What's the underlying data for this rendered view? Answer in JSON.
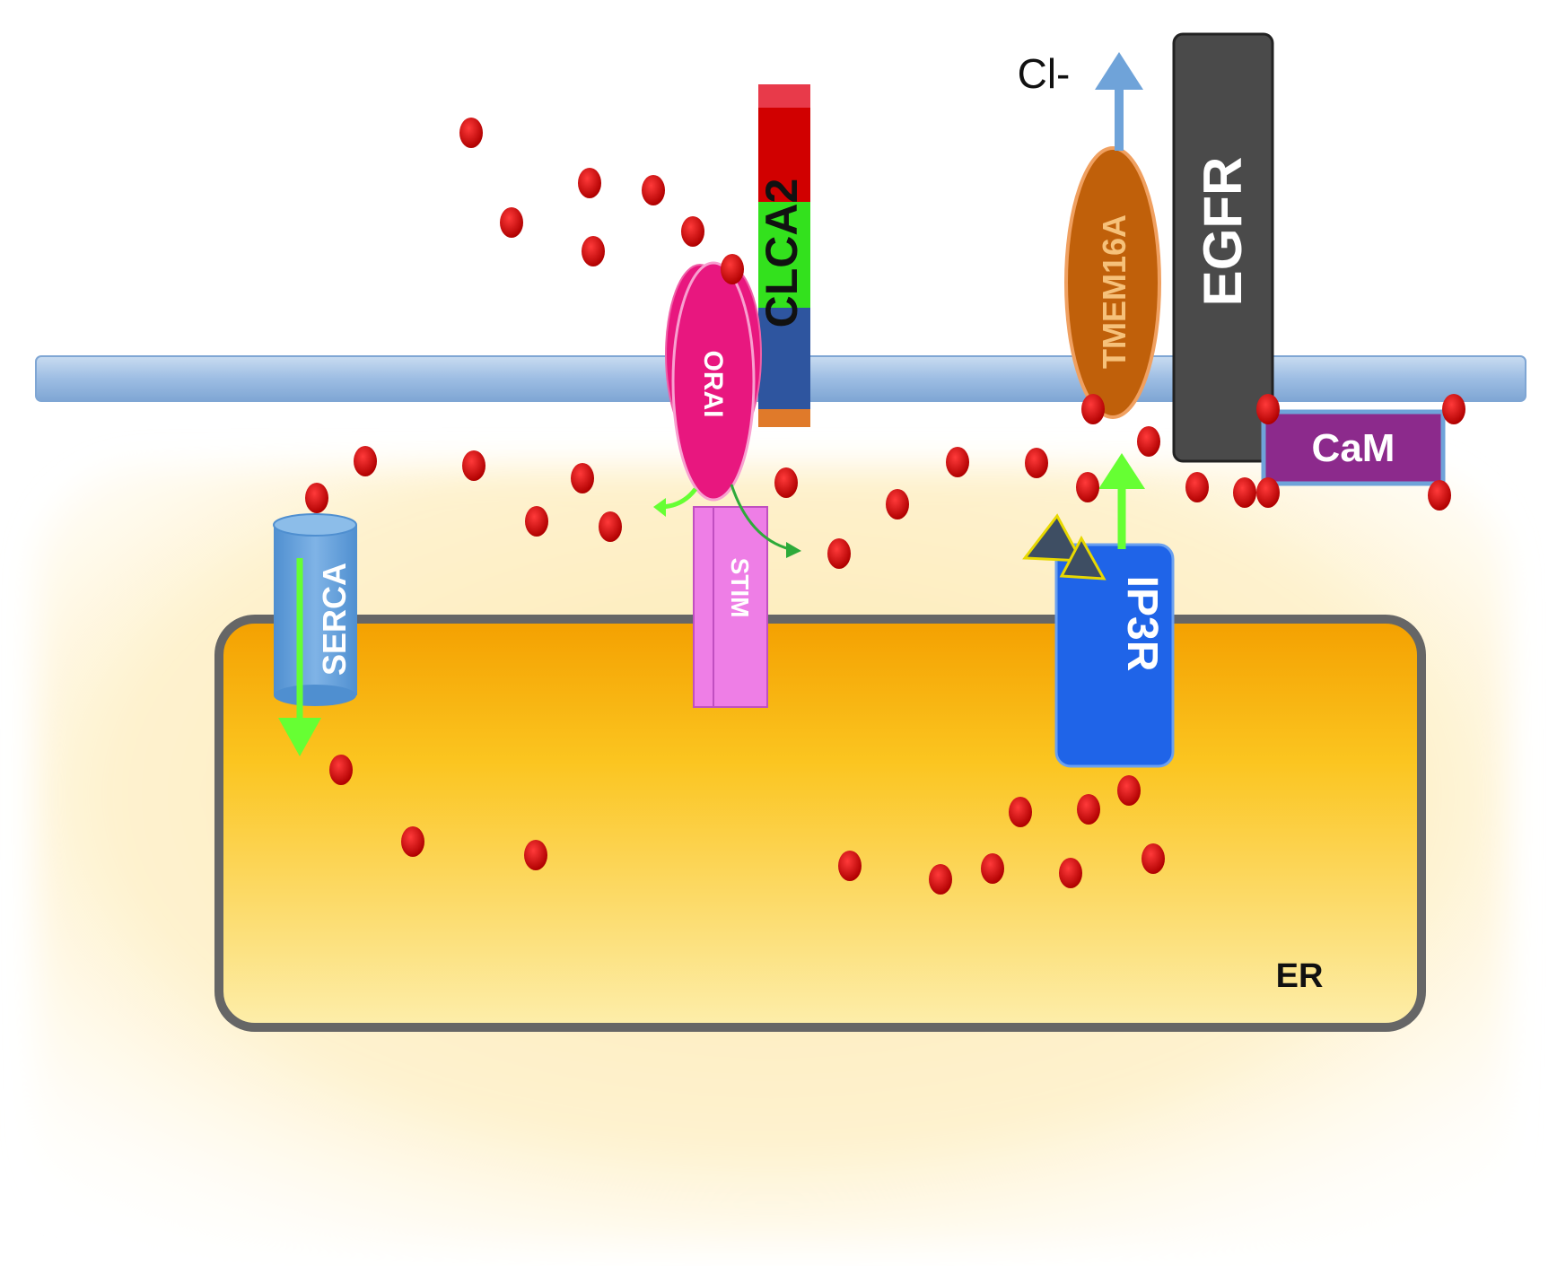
{
  "labels": {
    "clca2": "CLCA2",
    "orai": "ORAI",
    "stim": "STIM",
    "serca": "SERCA",
    "tmem16a": "TMEM16A",
    "egfr": "EGFR",
    "cam": "CaM",
    "ip3r": "IP3R",
    "er": "ER",
    "chloride": "Cl-"
  },
  "colors": {
    "membrane": "#a9c6e6",
    "er_fill_top": "#f6a800",
    "er_fill_bottom": "#fde9a0",
    "calcium": "#d10000",
    "arrow_green": "#66ff33",
    "arrow_blue": "#6fa3d9",
    "orai": "#e8177f",
    "stim": "#ee7ee6",
    "serca": "#5b9bd5",
    "tmem16a": "#c0600a",
    "egfr": "#4a4a4a",
    "cam": "#8c2a8c",
    "ip3r": "#1f64e8"
  }
}
